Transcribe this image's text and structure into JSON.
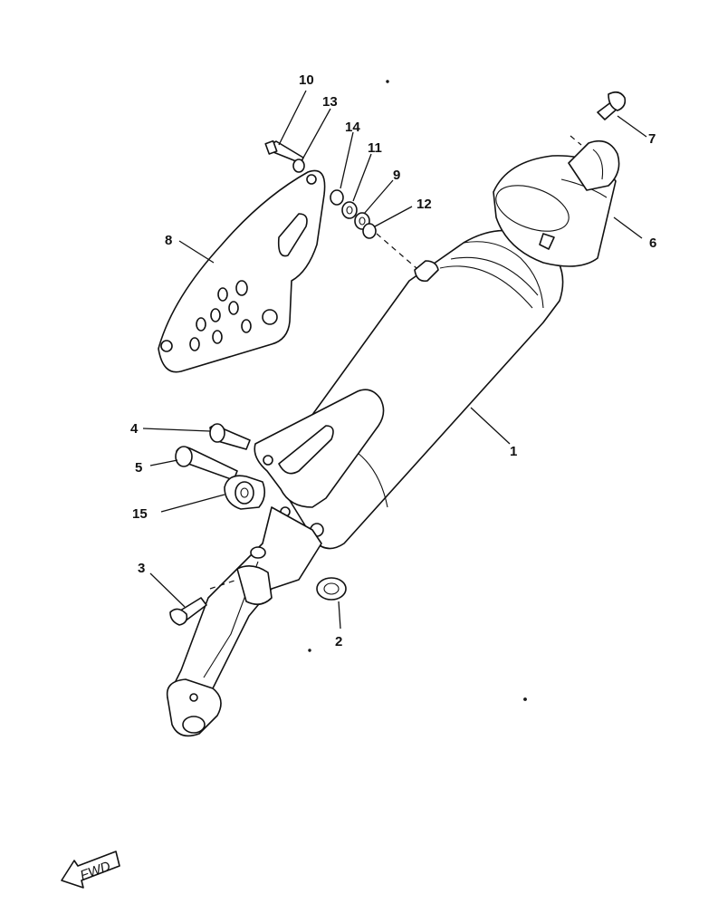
{
  "diagram": {
    "type": "exploded-parts-view",
    "callouts": [
      {
        "id": "1",
        "label": "1"
      },
      {
        "id": "2",
        "label": "2"
      },
      {
        "id": "3",
        "label": "3"
      },
      {
        "id": "4",
        "label": "4"
      },
      {
        "id": "5",
        "label": "5"
      },
      {
        "id": "6",
        "label": "6"
      },
      {
        "id": "7",
        "label": "7"
      },
      {
        "id": "8",
        "label": "8"
      },
      {
        "id": "9",
        "label": "9"
      },
      {
        "id": "10",
        "label": "10"
      },
      {
        "id": "11",
        "label": "11"
      },
      {
        "id": "12",
        "label": "12"
      },
      {
        "id": "13",
        "label": "13"
      },
      {
        "id": "14",
        "label": "14"
      },
      {
        "id": "15",
        "label": "15"
      }
    ],
    "fwd_label": "FWD"
  }
}
